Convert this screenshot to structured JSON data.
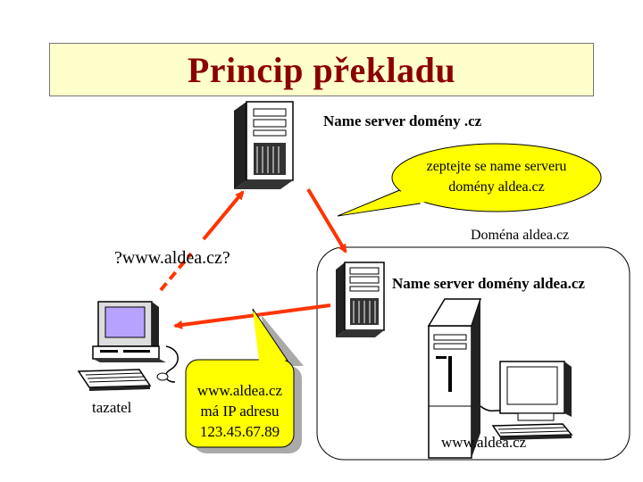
{
  "title": "Princip překladu",
  "labels": {
    "cz_server": "Name server domény .cz",
    "domain_name": "Doména aldea.cz",
    "aldea_server": "Name server domény aldea.cz",
    "query": "?www.aldea.cz?",
    "client": "tazatel",
    "web_host": "www.aldea.cz"
  },
  "callouts": {
    "referral": [
      "zeptejte se name serveru",
      "domény aldea.cz"
    ],
    "answer": [
      "www.aldea.cz",
      "má IP adresu",
      "123.45.67.89"
    ]
  },
  "colors": {
    "arrow": "#ff3300",
    "callout_fill": "#ffff00",
    "title_fill": "#ffffcc",
    "title_text": "#8b0000"
  },
  "icons": [
    "server-tower-icon",
    "server-tower-icon",
    "desktop-computer-icon",
    "server-computer-icon"
  ]
}
